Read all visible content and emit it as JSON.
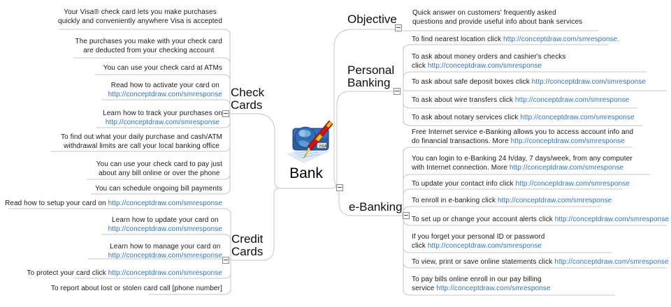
{
  "colors": {
    "link": "#2f74c8",
    "text": "#1a1a1a",
    "line": "#c6c6c6"
  },
  "link_url": "http://conceptdraw.com/smresponse",
  "central": {
    "label": "Bank",
    "icon": "credit-card-pen-icon"
  },
  "topics": [
    {
      "id": "objective",
      "lines": [
        "Objective"
      ]
    },
    {
      "id": "personal-banking",
      "lines": [
        "Personal",
        "Banking"
      ]
    },
    {
      "id": "e-banking",
      "lines": [
        "e-Banking"
      ]
    },
    {
      "id": "check-cards",
      "lines": [
        "Check",
        "Cards"
      ]
    },
    {
      "id": "credit-cards",
      "lines": [
        "Credit",
        "Cards"
      ]
    }
  ],
  "notes": [
    {
      "id": "cc1",
      "topic": "check-cards",
      "lines": [
        "Your Visa® check card lets you make purchases",
        "quickly and conveniently anywhere Visa is accepted"
      ]
    },
    {
      "id": "cc2",
      "topic": "check-cards",
      "lines": [
        "The purchases you make with your check card",
        "are deducted from your checking account"
      ]
    },
    {
      "id": "cc3",
      "topic": "check-cards",
      "lines": [
        "You can use your check card at ATMs"
      ]
    },
    {
      "id": "cc4",
      "topic": "check-cards",
      "lines": [
        "Read how to activate your card on",
        "http://conceptdraw.com/smresponse"
      ]
    },
    {
      "id": "cc5",
      "topic": "check-cards",
      "lines": [
        "Learn how to track your purchases on",
        "http://conceptdraw.com/smresponse"
      ]
    },
    {
      "id": "cc6",
      "topic": "check-cards",
      "lines": [
        "To find out what your daily purchase and cash/ATM",
        "withdrawal limits are call your local banking office"
      ]
    },
    {
      "id": "cc7",
      "topic": "check-cards",
      "lines": [
        "You can use your check card to pay just",
        "about any bill online or over the phone"
      ]
    },
    {
      "id": "cc8",
      "topic": "check-cards",
      "lines": [
        "You can schedule ongoing bill payments"
      ]
    },
    {
      "id": "cr1",
      "topic": "credit-cards",
      "lines": [
        "Read how to setup your card on http://conceptdraw.com/smresponse"
      ]
    },
    {
      "id": "cr2",
      "topic": "credit-cards",
      "lines": [
        "Learn how to update your card on",
        "http://conceptdraw.com/smresponse"
      ]
    },
    {
      "id": "cr3",
      "topic": "credit-cards",
      "lines": [
        "Learn how to manage your card on",
        "http://conceptdraw.com/smresponse"
      ]
    },
    {
      "id": "cr4",
      "topic": "credit-cards",
      "lines": [
        "To protect your card click http://conceptdraw.com/smresponse"
      ]
    },
    {
      "id": "cr5",
      "topic": "credit-cards",
      "lines": [
        "To report about lost or stolen card call [phone number]"
      ]
    },
    {
      "id": "ob1",
      "topic": "objective",
      "lines": [
        "Quick answer on customers' frequently asked",
        "questions and provide useful info about bank services"
      ]
    },
    {
      "id": "pb1",
      "topic": "personal-banking",
      "lines": [
        "To find nearest location click http://conceptdraw.com/smresponse."
      ]
    },
    {
      "id": "pb2",
      "topic": "personal-banking",
      "lines": [
        "To ask about money orders and cashier's checks",
        "click http://conceptdraw.com/smresponse"
      ]
    },
    {
      "id": "pb3",
      "topic": "personal-banking",
      "lines": [
        "To ask about safe deposit boxes click http://conceptdraw.com/smresponse"
      ]
    },
    {
      "id": "pb4",
      "topic": "personal-banking",
      "lines": [
        "To ask about wire transfers click http://conceptdraw.com/smresponse"
      ]
    },
    {
      "id": "pb5",
      "topic": "personal-banking",
      "lines": [
        "To ask about notary services click http://conceptdraw.com/smresponse"
      ]
    },
    {
      "id": "eb1",
      "topic": "e-banking",
      "lines": [
        "Free Internet service e-Banking allows you to access account info and",
        "do financial transactions. More http://conceptdraw.com/smresponse"
      ]
    },
    {
      "id": "eb2",
      "topic": "e-banking",
      "lines": [
        "You can login to e-Banking 24 h/day, 7 days/week, from any computer",
        "with Internet connection. More http://conceptdraw.com/smresponse"
      ]
    },
    {
      "id": "eb3",
      "topic": "e-banking",
      "lines": [
        "To update your contact info click http://conceptdraw.com/smresponse"
      ]
    },
    {
      "id": "eb4",
      "topic": "e-banking",
      "lines": [
        "To enroll in e-banking click http://conceptdraw.com/smresponse"
      ]
    },
    {
      "id": "eb5",
      "topic": "e-banking",
      "lines": [
        "To set up or change your account alerts click http://conceptdraw.com/smresponse"
      ]
    },
    {
      "id": "eb6",
      "topic": "e-banking",
      "lines": [
        "If you forget your personal ID or password",
        "click http://conceptdraw.com/smresponse"
      ]
    },
    {
      "id": "eb7",
      "topic": "e-banking",
      "lines": [
        "To view, print or save online statements click http://conceptdraw.com/smresponse"
      ]
    },
    {
      "id": "eb8",
      "topic": "e-banking",
      "lines": [
        "To pay bills online enroll in our pay billing",
        "service http://conceptdraw.com/smresponse"
      ]
    }
  ],
  "collapse_toggles": [
    "objective",
    "personal-banking",
    "e-banking",
    "check-cards",
    "credit-cards",
    "bank"
  ]
}
